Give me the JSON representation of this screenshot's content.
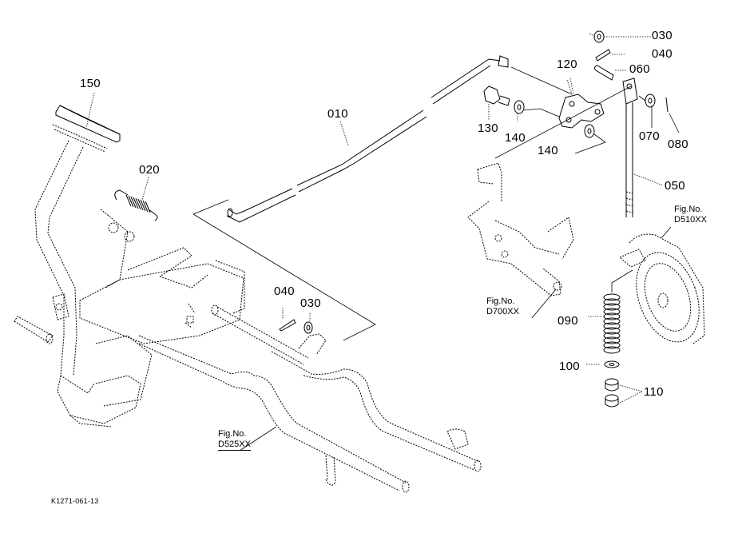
{
  "diagram": {
    "type": "exploded-parts-diagram",
    "drawing_code": "K1271-061-13",
    "parts": [
      {
        "ref": "010",
        "name": "rod"
      },
      {
        "ref": "020",
        "name": "spring"
      },
      {
        "ref": "030",
        "name": "washer"
      },
      {
        "ref": "040",
        "name": "split-pin"
      },
      {
        "ref": "050",
        "name": "threaded-rod"
      },
      {
        "ref": "060",
        "name": "pin"
      },
      {
        "ref": "070",
        "name": "washer"
      },
      {
        "ref": "080",
        "name": "cotter-pin"
      },
      {
        "ref": "090",
        "name": "coil-spring"
      },
      {
        "ref": "100",
        "name": "washer"
      },
      {
        "ref": "110",
        "name": "nut"
      },
      {
        "ref": "120",
        "name": "link-plate"
      },
      {
        "ref": "130",
        "name": "bolt"
      },
      {
        "ref": "140",
        "name": "washer"
      },
      {
        "ref": "150",
        "name": "pedal-pad"
      }
    ],
    "labels": {
      "l010": "010",
      "l020": "020",
      "l030_top": "030",
      "l040_top": "040",
      "l060": "060",
      "l120": "120",
      "l130": "130",
      "l140_a": "140",
      "l140_b": "140",
      "l070": "070",
      "l080": "080",
      "l050": "050",
      "l150": "150",
      "l040_mid": "040",
      "l030_mid": "030",
      "l090": "090",
      "l100": "100",
      "l110": "110"
    },
    "figure_refs": {
      "d510": {
        "prefix": "Fig.No.",
        "number": "D510XX"
      },
      "d700": {
        "prefix": "Fig.No.",
        "number": "D700XX"
      },
      "d525": {
        "prefix": "Fig.No.",
        "number": "D525XX"
      }
    }
  }
}
